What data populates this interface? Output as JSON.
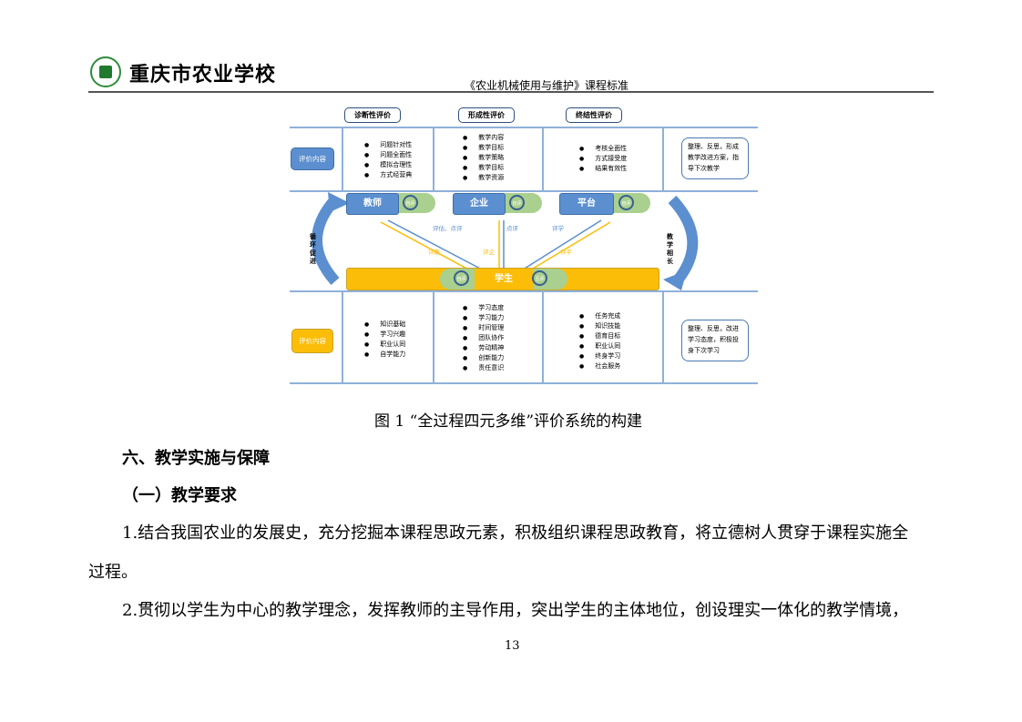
{
  "header": {
    "school": "重庆市农业学校",
    "doc_title": "《农业机械使用与维护》课程标准",
    "logo_icon": "school-seal"
  },
  "diagram": {
    "columns": [
      "诊断性评价",
      "形成性评价",
      "终结性评价"
    ],
    "top": {
      "label": "评价内容",
      "lists": [
        [
          "问题针对性",
          "问题全面性",
          "模拟合理性",
          "方式经营典"
        ],
        [
          "教学内容",
          "教学目标",
          "教学策略",
          "教学目标",
          "教学资源"
        ],
        [
          "考核全面性",
          "方式接受度",
          "结果有效性"
        ]
      ],
      "note": "整理、反思，形成教学改进方案，指导下次教学"
    },
    "actors": [
      {
        "name": "教师",
        "tag": "自评"
      },
      {
        "name": "企业",
        "tag": "自评"
      },
      {
        "name": "平台",
        "tag": "自评"
      }
    ],
    "student": {
      "name": "学生",
      "tag_left": "自评",
      "tag_right": "互评"
    },
    "arrow_labels": {
      "teacher_down": "评估、点评",
      "enterprise_down": "点评",
      "platform_down": "评学",
      "teacher_up": "评教",
      "enterprise_up": "评企",
      "platform_up": "评平"
    },
    "left_cycle": "循环促进",
    "right_cycle": "教学相长",
    "bottom": {
      "label": "评价内容",
      "lists": [
        [
          "知识基础",
          "学习兴趣",
          "职业认同",
          "自学能力"
        ],
        [
          "学习态度",
          "学习能力",
          "时间管理",
          "团队协作",
          "劳动精神",
          "创新能力",
          "责任意识"
        ],
        [
          "任务完成",
          "知识技能",
          "德育目标",
          "职业认同",
          "终身学习",
          "社会服务"
        ]
      ],
      "note": "整理、反思，改进学习态度，积极投身下次学习"
    },
    "colors": {
      "blue": "#5b8fcf",
      "yellow": "#fbbd08",
      "green": "#a9d08e"
    }
  },
  "caption": "图 1  “全过程四元多维”评价系统的构建",
  "section": "六、教学实施与保障",
  "subsection": "（一）教学要求",
  "paragraphs": [
    "1.结合我国农业的发展史，充分挖掘本课程思政元素，积极组织课程思政教育，将立德树人贯穿于课程实施全",
    "过程。",
    "2.贯彻以学生为中心的教学理念，发挥教师的主导作用，突出学生的主体地位，创设理实一体化的教学情境，"
  ],
  "page_number": "13"
}
